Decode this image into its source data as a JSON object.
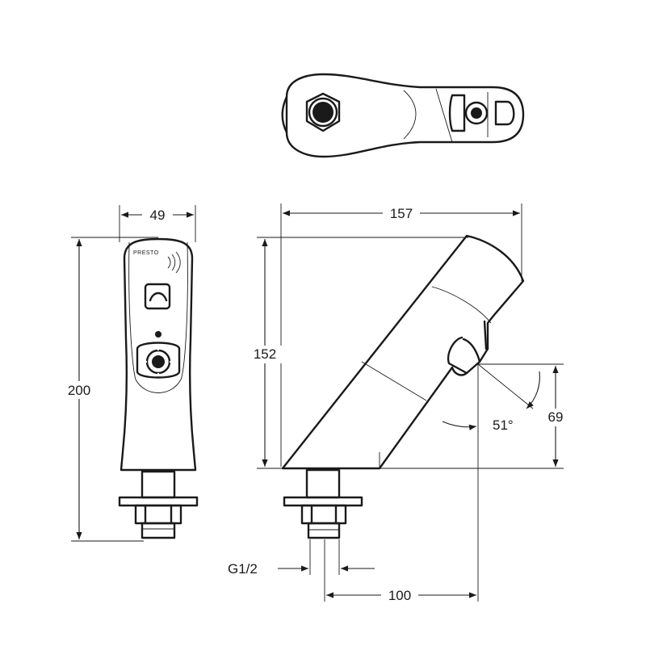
{
  "dimensions": {
    "top_width": "157",
    "side_width": "49",
    "total_height": "200",
    "body_height": "152",
    "outlet_height": "69",
    "angle": "51°",
    "thread": "G1/2",
    "outlet_reach": "100"
  },
  "product": {
    "brand_mark": "PRESTO"
  },
  "icons": {
    "sensor": "sensor-wave-icon"
  }
}
